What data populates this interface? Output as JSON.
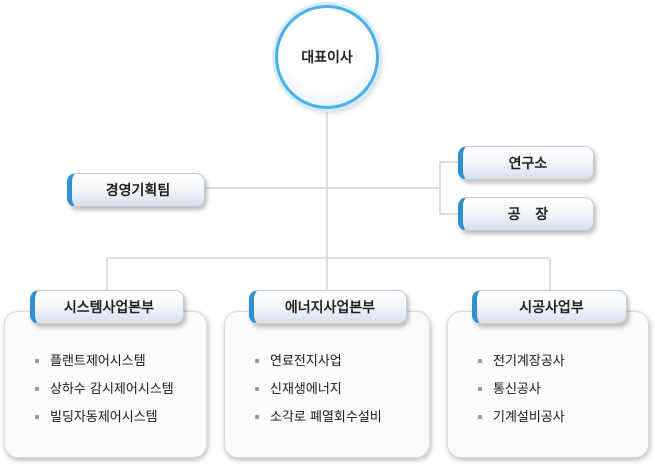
{
  "org": {
    "ceo": "대표이사",
    "planning": "경영기획팀",
    "lab": "연구소",
    "factory": "공   장",
    "divisions": [
      {
        "name": "시스템사업본부",
        "items": [
          "플랜트제어시스템",
          "상하수 감시제어시스템",
          "빌딩자동제어시스템"
        ]
      },
      {
        "name": "에너지사업본부",
        "items": [
          "연료전지사업",
          "신재생에너지",
          "소각로 폐열회수설비"
        ]
      },
      {
        "name": "시공사업부",
        "items": [
          "전기계장공사",
          "통신공사",
          "기계설비공사"
        ]
      }
    ]
  },
  "colors": {
    "accent": "#2f8fd0",
    "connector": "#c9c9c9",
    "root_ring": "#4ab0e8"
  }
}
